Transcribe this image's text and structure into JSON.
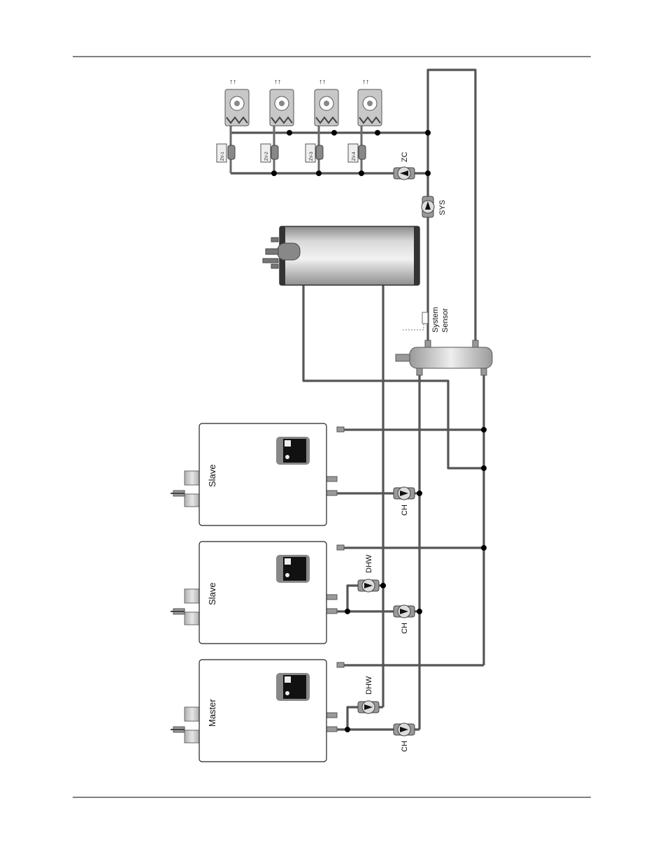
{
  "labels": {
    "boiler_1": "Master",
    "boiler_2": "Slave",
    "boiler_3": "Slave",
    "pump_ch_1": "CH",
    "pump_ch_2": "CH",
    "pump_ch_3": "CH",
    "pump_dhw_1": "DHW",
    "pump_dhw_2": "DHW",
    "pump_zc": "ZC",
    "pump_sys": "SYS",
    "sensor_line1": "System",
    "sensor_line2": "Sensor",
    "zv_1": "ZV-1",
    "zv_2": "ZV-2",
    "zv_3": "ZV-3",
    "zv_4": "ZV-4"
  },
  "colors": {
    "pipe": "#555555",
    "junction": "#000000",
    "boiler_body": "#ffffff",
    "pump_body": "#9a9a9a",
    "hydro_separator": "#cfcfcf",
    "tank": "#c8c8c8"
  }
}
